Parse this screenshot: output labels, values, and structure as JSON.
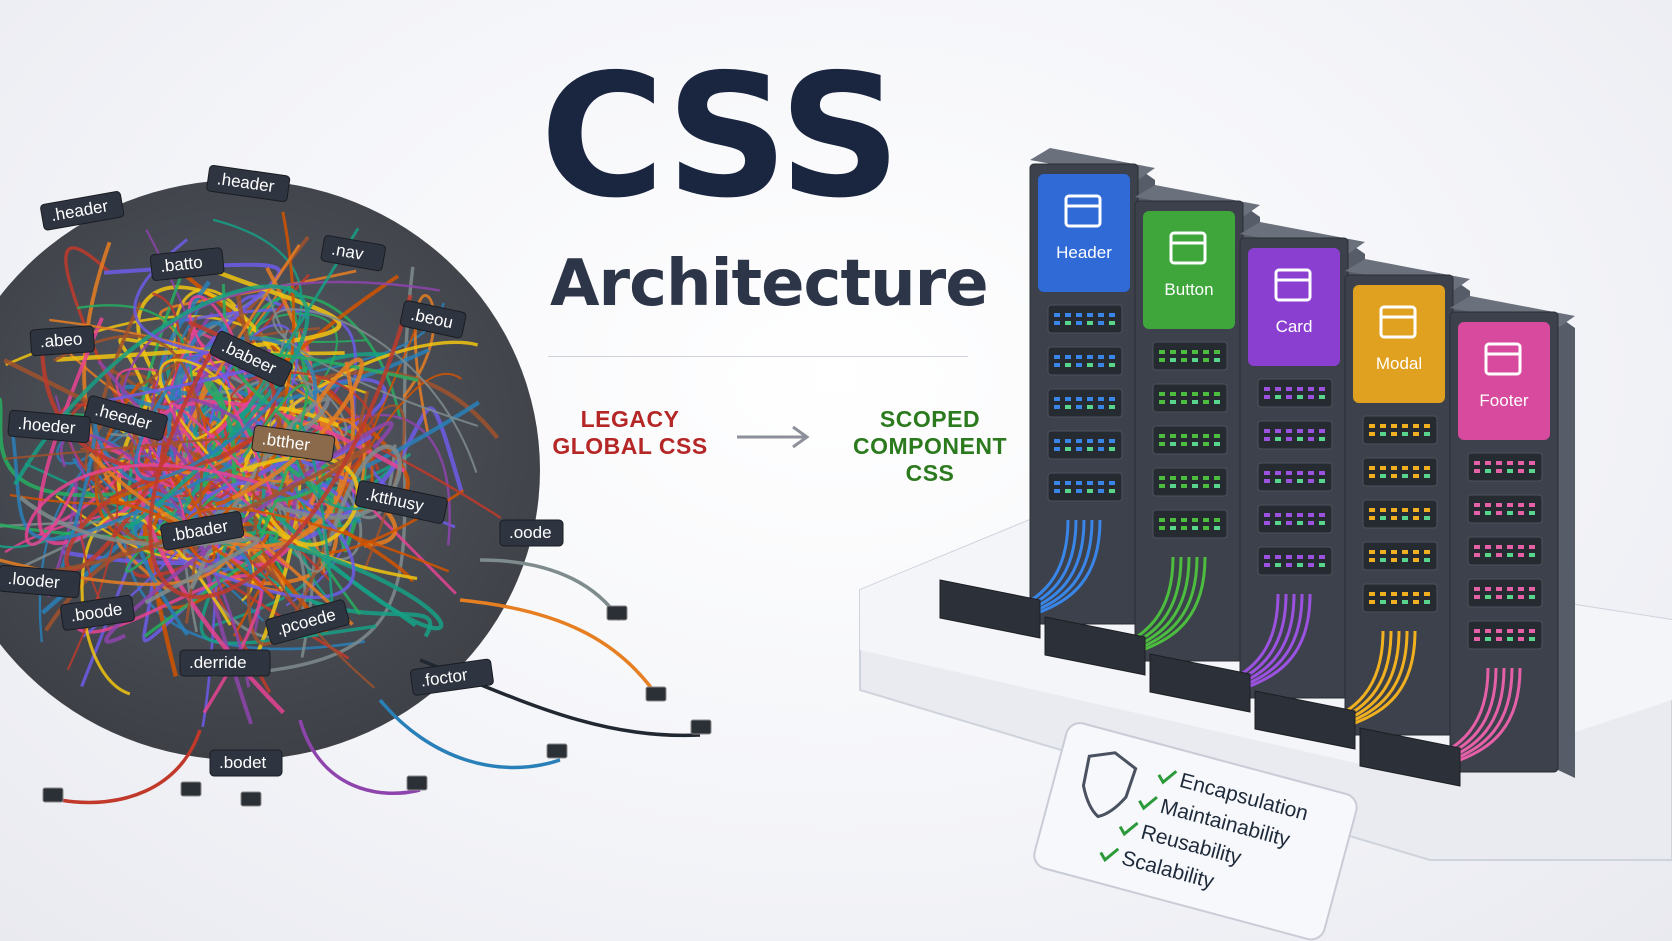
{
  "title": "CSS",
  "subtitle": "Architecture",
  "legacy": {
    "line1": "LEGACY",
    "line2": "GLOBAL CSS"
  },
  "scoped": {
    "line1": "SCOPED",
    "line2": "COMPONENT CSS"
  },
  "tags": [
    ".header",
    ".header",
    ".nav",
    ".batto",
    ".beou",
    ".abeo",
    ".babeer",
    ".heeder",
    ".hoeder",
    ".btther",
    ".ktthusy",
    ".bbader",
    ".oode",
    ".looder",
    ".boode",
    ".pcoede",
    ".derride",
    ".foctor",
    ".bodet"
  ],
  "components": [
    {
      "name": "Header",
      "color": "#2f6ad6",
      "cable": "#3a86e8"
    },
    {
      "name": "Button",
      "color": "#3ea63a",
      "cable": "#4cbd3e"
    },
    {
      "name": "Card",
      "color": "#8a3fd0",
      "cable": "#9c52e0"
    },
    {
      "name": "Modal",
      "color": "#e0a020",
      "cable": "#f0b020"
    },
    {
      "name": "Footer",
      "color": "#d84a9e",
      "cable": "#e660a8"
    }
  ],
  "benefits": [
    "Encapsulation",
    "Maintainability",
    "Reusability",
    "Scalability"
  ],
  "colors": {
    "legacy": "#b52626",
    "scoped": "#2c7a1e",
    "title": "#1a2540"
  }
}
